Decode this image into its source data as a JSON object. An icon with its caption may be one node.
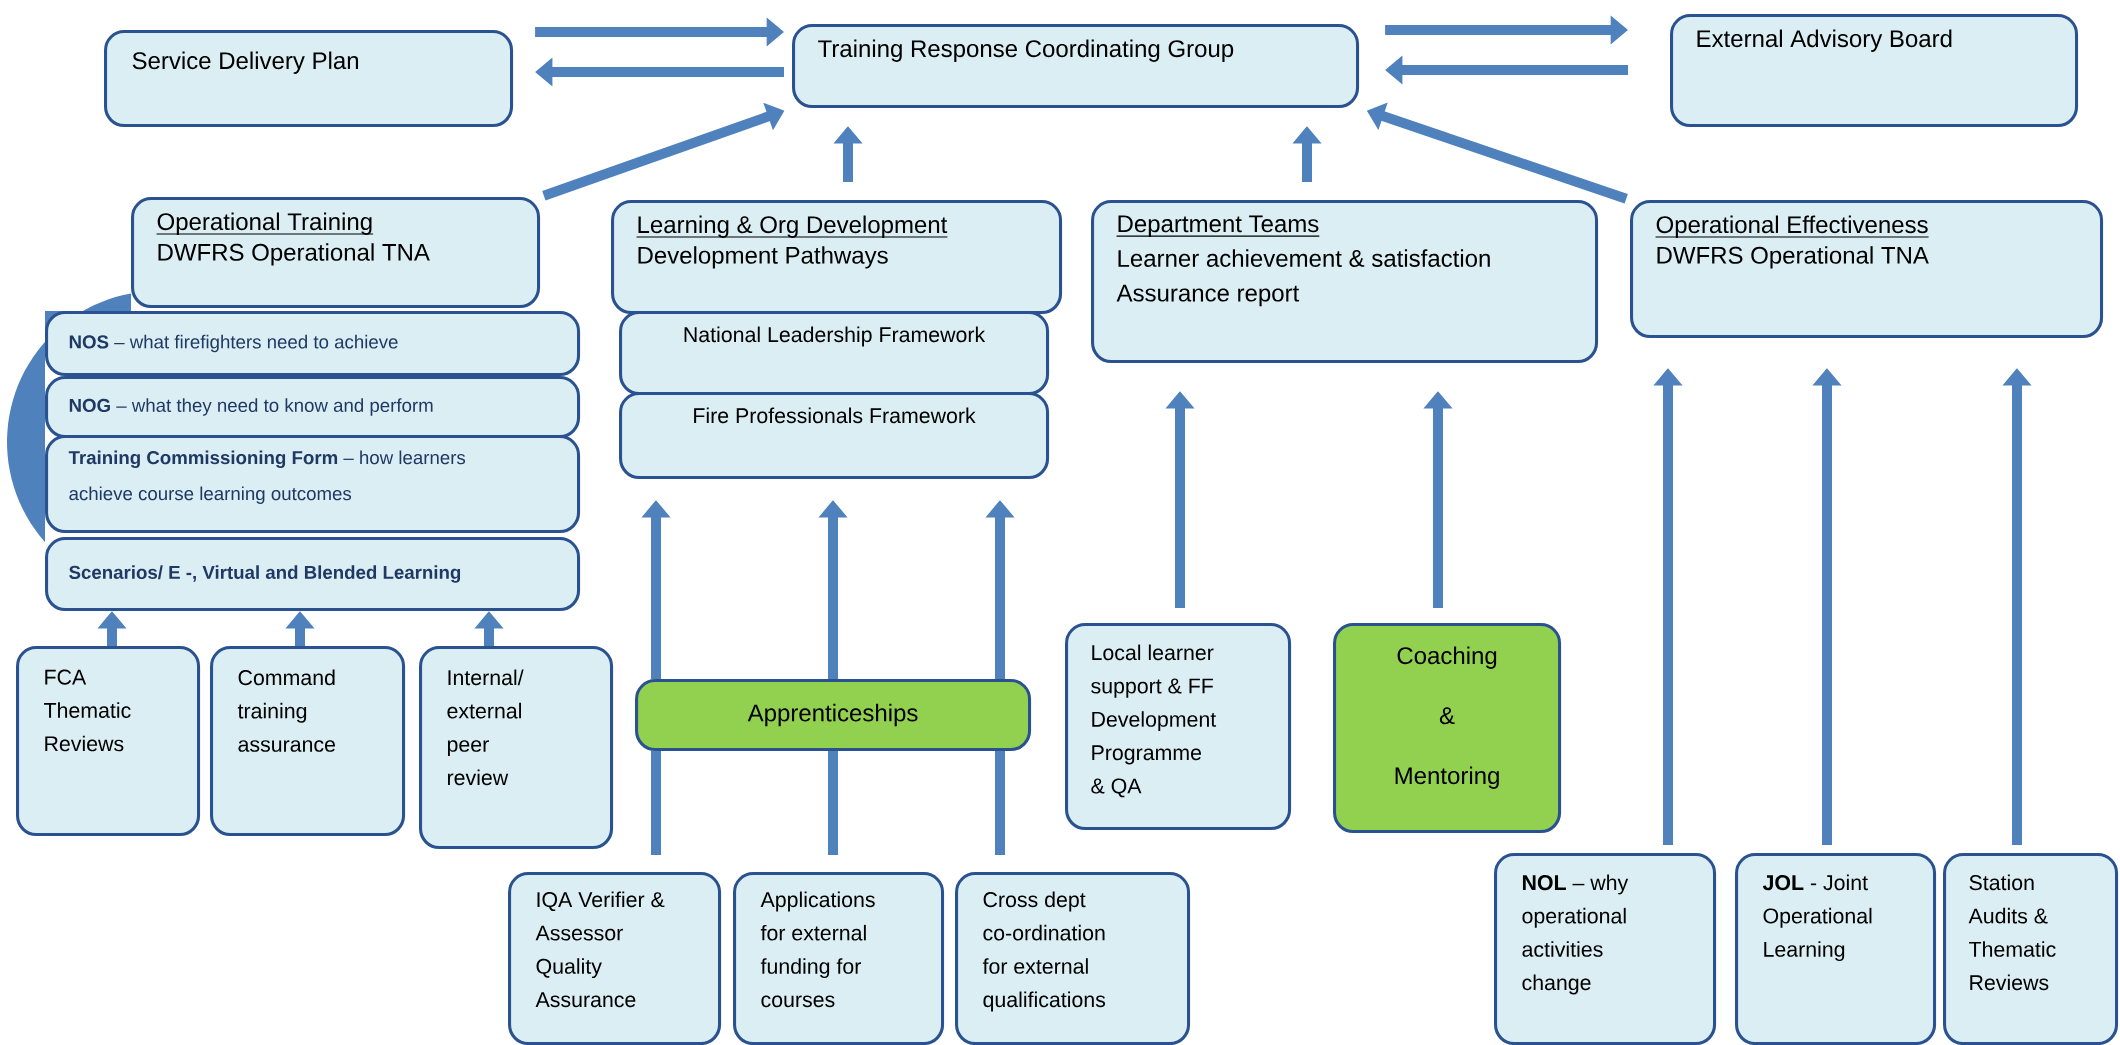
{
  "diagram": {
    "nodes": [
      {
        "text": [
          "Service Delivery Plan"
        ]
      },
      {
        "text": [
          "Training Response Coordinating Group"
        ]
      },
      {
        "text": [
          "External Advisory Board"
        ]
      },
      {
        "text": [
          "Operational Training",
          "DWFRS Operational TNA"
        ]
      },
      {
        "text": [
          "Learning & Org Development",
          "Development Pathways"
        ]
      },
      {
        "text": [
          "Department Teams",
          "Learner achievement & satisfaction Assurance report"
        ]
      },
      {
        "text": [
          "Operational Effectiveness",
          "DWFRS Operational TNA"
        ]
      },
      {
        "text": [
          "**NOS** – what firefighters need to achieve"
        ]
      },
      {
        "text": [
          "**NOG** – what they need to know and perform"
        ]
      },
      {
        "text": [
          "**Training Commissioning Form** – how learners achieve course learning outcomes"
        ]
      },
      {
        "text": [
          "Scenarios/ E -, Virtual and Blended Learning"
        ]
      },
      {
        "text": [
          "National Leadership Framework"
        ]
      },
      {
        "text": [
          "Fire Professionals Framework"
        ]
      },
      {
        "text": [
          "FCA Thematic Reviews"
        ]
      },
      {
        "text": [
          "Command training assurance"
        ]
      },
      {
        "text": [
          "Internal/ external peer review"
        ]
      },
      {
        "text": [
          "Apprenticeships"
        ]
      },
      {
        "text": [
          "Local learner support & FF Development Programme & QA"
        ]
      },
      {
        "text": [
          "Coaching & Mentoring"
        ]
      },
      {
        "text": [
          "IQA Verifier & Assessor Quality Assurance"
        ]
      },
      {
        "text": [
          "Applications for external funding for courses"
        ]
      },
      {
        "text": [
          "Cross dept co-ordination for external qualifications"
        ]
      },
      {
        "text": [
          "**NOL** – why operational activities change"
        ]
      },
      {
        "text": [
          "**JOL** - Joint Operational Learning"
        ]
      },
      {
        "text": [
          "Station Audits & Thematic Reviews"
        ]
      },
      {
        "text": [],
        "shape": "circle"
      }
    ],
    "edges": [
      {
        "from": 0,
        "to": 1,
        "arrow": "to"
      },
      {
        "from": 1,
        "to": 0,
        "arrow": "to"
      },
      {
        "from": 1,
        "to": 2,
        "arrow": "to"
      },
      {
        "from": 2,
        "to": 1,
        "arrow": "to"
      },
      {
        "from": 3,
        "to": 1,
        "arrow": "to"
      },
      {
        "from": 4,
        "to": 1,
        "arrow": "to"
      },
      {
        "from": 5,
        "to": 1,
        "arrow": "to"
      },
      {
        "from": 6,
        "to": 1,
        "arrow": "to"
      },
      {
        "from": 13,
        "to": 10,
        "arrow": "to"
      },
      {
        "from": 14,
        "to": 10,
        "arrow": "to"
      },
      {
        "from": 15,
        "to": 10,
        "arrow": "to"
      },
      {
        "from": 19,
        "to": 16,
        "arrow": "none"
      },
      {
        "from": 20,
        "to": 16,
        "arrow": "none"
      },
      {
        "from": 21,
        "to": 16,
        "arrow": "none"
      },
      {
        "from": 16,
        "to": 12,
        "arrow": "to"
      },
      {
        "from": 16,
        "to": 12,
        "arrow": "to"
      },
      {
        "from": 16,
        "to": 12,
        "arrow": "to"
      },
      {
        "from": 17,
        "to": 5,
        "arrow": "to"
      },
      {
        "from": 18,
        "to": 5,
        "arrow": "to"
      },
      {
        "from": 22,
        "to": 6,
        "arrow": "to"
      },
      {
        "from": 23,
        "to": 6,
        "arrow": "to"
      },
      {
        "from": 24,
        "to": 6,
        "arrow": "to"
      }
    ]
  }
}
